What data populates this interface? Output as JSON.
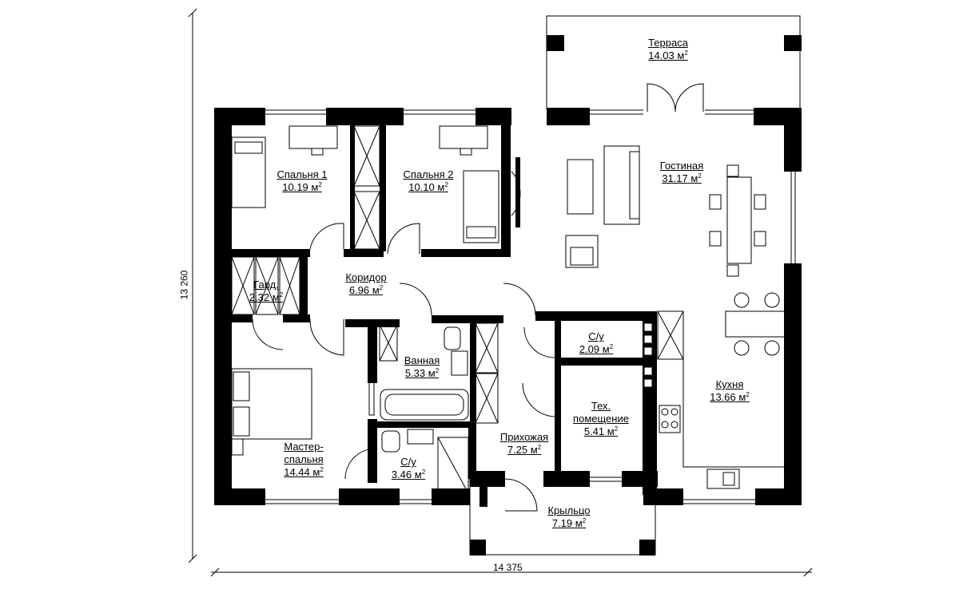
{
  "plan": {
    "dimensions": {
      "width": "14 375",
      "height": "13 260"
    },
    "area_unit": "м",
    "area_power": "2",
    "rooms": [
      {
        "id": "terrace",
        "name": "Терраса",
        "area": "14.03"
      },
      {
        "id": "bedroom-1",
        "name": "Спальня 1",
        "area": "10.19"
      },
      {
        "id": "bedroom-2",
        "name": "Спальня 2",
        "area": "10.10"
      },
      {
        "id": "living-room",
        "name": "Гостиная",
        "area": "31.17"
      },
      {
        "id": "wardrobe",
        "name": "Гард.",
        "area": "2.32"
      },
      {
        "id": "corridor",
        "name": "Коридор",
        "area": "6.96"
      },
      {
        "id": "bathroom",
        "name": "Ванная",
        "area": "5.33"
      },
      {
        "id": "wc-1",
        "name": "С/у",
        "area": "2.09"
      },
      {
        "id": "kitchen",
        "name": "Кухня",
        "area": "13.66"
      },
      {
        "id": "tech-room",
        "name": "Тех.",
        "name2": "помещение",
        "area": "5.41"
      },
      {
        "id": "hallway",
        "name": "Прихожая",
        "area": "7.25"
      },
      {
        "id": "master-bedroom",
        "name": "Мастер-",
        "name2": "спальня",
        "area": "14.44"
      },
      {
        "id": "wc-2",
        "name": "С/у",
        "area": "3.46"
      },
      {
        "id": "porch",
        "name": "Крыльцо",
        "area": "7.19"
      }
    ]
  }
}
